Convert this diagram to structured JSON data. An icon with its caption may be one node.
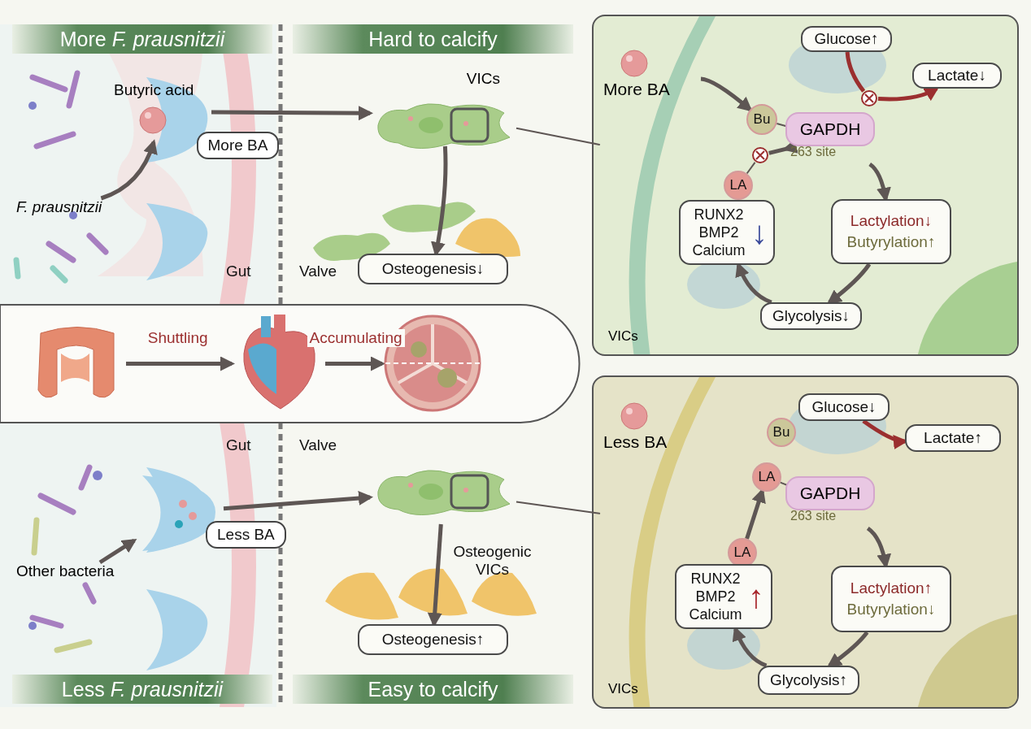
{
  "diagram": {
    "nodes": [
      {
        "text": [
          "More *F. prausnitzii*"
        ]
      },
      {
        "text": [
          "Hard to calcify"
        ]
      },
      {
        "text": [
          "F. prausnitzii"
        ]
      },
      {
        "text": [
          "Butyric acid"
        ]
      },
      {
        "text": [
          "VICs"
        ]
      },
      {
        "text": [
          "Osteogenesis↓"
        ]
      },
      {
        "text": [],
        "shape": "picture"
      },
      {
        "text": [],
        "shape": "picture"
      },
      {
        "text": [],
        "shape": "picture"
      },
      {
        "text": [
          "Less *F. prausnitzii*"
        ]
      },
      {
        "text": [
          "Easy to calcify"
        ]
      },
      {
        "text": [
          "Other bacteria"
        ]
      },
      {
        "text": [],
        "shape": "picture"
      },
      {
        "text": [],
        "shape": "picture"
      },
      {
        "text": [
          "Osteogenesis↑"
        ]
      },
      {
        "text": [
          "VICs"
        ]
      },
      {
        "text": [
          "More BA"
        ],
        "in": 15
      },
      {
        "text": [
          "Bu"
        ],
        "in": 15
      },
      {
        "text": [
          "GAPDH",
          "263 site"
        ],
        "in": 15
      },
      {
        "text": [
          "Glucose↑"
        ],
        "in": 15
      },
      {
        "text": [],
        "shape": "circle",
        "in": 15
      },
      {
        "text": [
          "Lactate↓"
        ],
        "in": 15
      },
      {
        "text": [
          "Lactylation↓",
          "Butyrylation↑"
        ],
        "in": 15
      },
      {
        "text": [
          "Glycolysis↓"
        ],
        "in": 15
      },
      {
        "text": [
          "RUNX2 BMP2 Calcium",
          "↓"
        ],
        "in": 15
      },
      {
        "text": [
          "LA"
        ],
        "in": 15
      },
      {
        "text": [],
        "shape": "circle",
        "in": 15
      },
      {
        "text": [
          "VICs"
        ]
      },
      {
        "text": [
          "Less BA"
        ],
        "in": 27
      },
      {
        "text": [
          "Glucose↓"
        ],
        "in": 27
      },
      {
        "text": [
          "Bu"
        ],
        "in": 27
      },
      {
        "text": [
          "Lactate↑"
        ],
        "in": 27
      },
      {
        "text": [
          "LA"
        ],
        "in": 27
      },
      {
        "text": [
          "GAPDH",
          "263 site"
        ],
        "in": 27
      },
      {
        "text": [
          "LA"
        ],
        "in": 27
      },
      {
        "text": [
          "Lactylation↑",
          "Butyrylation↓"
        ],
        "in": 27
      },
      {
        "text": [
          "Glycolysis↑"
        ],
        "in": 27
      },
      {
        "text": [
          "RUNX2 BMP2 Calcium",
          "↑"
        ],
        "in": 27
      }
    ],
    "edges": [
      {
        "from": 2,
        "to": 3,
        "arrow": "to"
      },
      {
        "from": 3,
        "to": 4,
        "arrow": "to",
        "label": "More BA"
      },
      {
        "from": 4,
        "to": 5,
        "arrow": "to"
      },
      {
        "from": 4,
        "to": 15,
        "arrow": "none"
      },
      {
        "from": 6,
        "to": 7,
        "arrow": "to",
        "label": "Shuttling"
      },
      {
        "from": 7,
        "to": 8,
        "arrow": "to",
        "label": "Accumulating"
      },
      {
        "from": 11,
        "to": 12,
        "arrow": "to"
      },
      {
        "from": 12,
        "to": 13,
        "arrow": "to",
        "label": "Less BA"
      },
      {
        "from": 13,
        "to": 14,
        "arrow": "to"
      },
      {
        "from": 13,
        "to": 27,
        "arrow": "none"
      },
      {
        "from": 16,
        "to": 17,
        "arrow": "to"
      },
      {
        "from": 17,
        "to": 18,
        "arrow": "none"
      },
      {
        "from": 19,
        "to": 20,
        "arrow": "none",
        "color": "#9b2f2f"
      },
      {
        "from": 20,
        "to": 21,
        "arrow": "to",
        "color": "#9b2f2f"
      },
      {
        "from": 25,
        "to": 26,
        "arrow": "none"
      },
      {
        "from": 26,
        "to": 18,
        "arrow": "to"
      },
      {
        "from": 18,
        "to": 22,
        "arrow": "to"
      },
      {
        "from": 22,
        "to": 23,
        "arrow": "to"
      },
      {
        "from": 23,
        "to": 24,
        "arrow": "to"
      },
      {
        "from": 29,
        "to": 31,
        "arrow": "to",
        "color": "#9b2f2f"
      },
      {
        "from": 32,
        "to": 33,
        "arrow": "none"
      },
      {
        "from": 34,
        "to": 32,
        "arrow": "to"
      },
      {
        "from": 33,
        "to": 35,
        "arrow": "to"
      },
      {
        "from": 35,
        "to": 36,
        "arrow": "to"
      },
      {
        "from": 36,
        "to": 37,
        "arrow": "to"
      }
    ],
    "labels": [
      "Gut",
      "Valve",
      "Gut",
      "Valve",
      "Osteogenic VICs"
    ]
  }
}
